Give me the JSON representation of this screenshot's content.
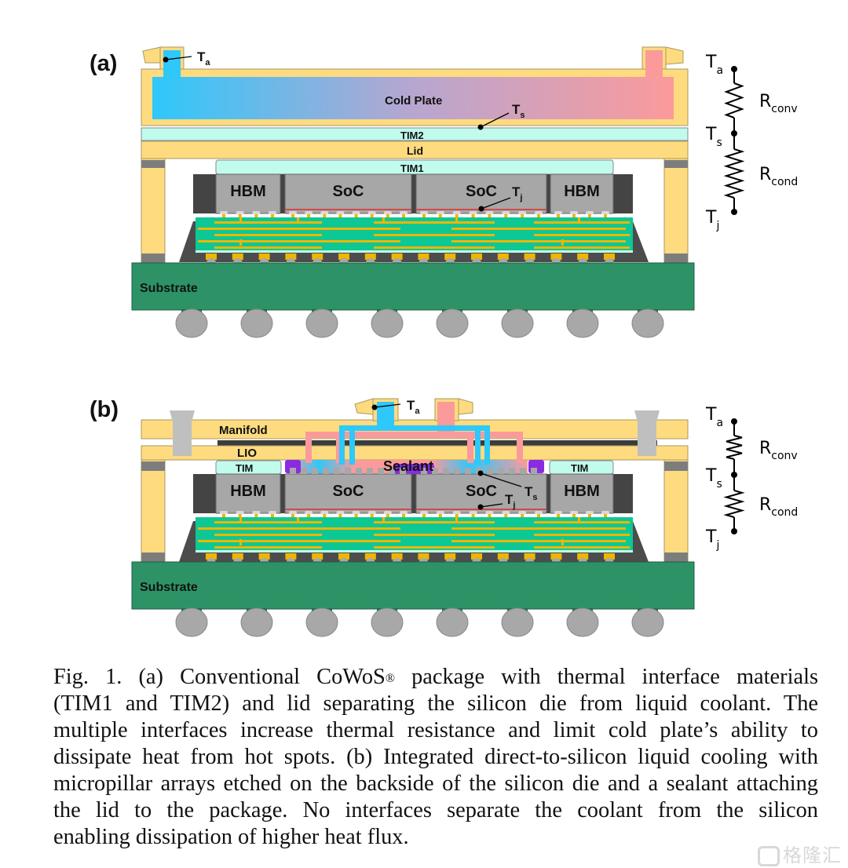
{
  "figure": {
    "panel_a": {
      "label": "(a)",
      "cold_plate": "Cold Plate",
      "tim2": "TIM2",
      "lid": "Lid",
      "tim1": "TIM1",
      "dies": [
        "HBM",
        "SoC",
        "SoC",
        "HBM"
      ],
      "substrate": "Substrate",
      "probe_ta": {
        "main": "T",
        "sub": "a"
      },
      "probe_ts": {
        "main": "T",
        "sub": "s"
      },
      "probe_tj": {
        "main": "T",
        "sub": "j"
      },
      "circuit": {
        "nodes": [
          {
            "main": "T",
            "sub": "a"
          },
          {
            "main": "T",
            "sub": "s"
          },
          {
            "main": "T",
            "sub": "j"
          }
        ],
        "resistors": [
          {
            "main": "R",
            "sub": "conv"
          },
          {
            "main": "R",
            "sub": "cond"
          }
        ]
      }
    },
    "panel_b": {
      "label": "(b)",
      "manifold": "Manifold",
      "lio": "LIO",
      "tim_left": "TIM",
      "tim_right": "TIM",
      "sealant": "Sealant",
      "dies": [
        "HBM",
        "SoC",
        "SoC",
        "HBM"
      ],
      "substrate": "Substrate",
      "probe_ta": {
        "main": "T",
        "sub": "a"
      },
      "probe_ts": {
        "main": "T",
        "sub": "s"
      },
      "probe_tj": {
        "main": "T",
        "sub": "j"
      },
      "circuit": {
        "nodes": [
          {
            "main": "T",
            "sub": "a"
          },
          {
            "main": "T",
            "sub": "s"
          },
          {
            "main": "T",
            "sub": "j"
          }
        ],
        "resistors": [
          {
            "main": "R",
            "sub": "conv"
          },
          {
            "main": "R",
            "sub": "cond"
          }
        ]
      }
    },
    "colors": {
      "frame": "#fedb7f",
      "cold": "#2ec8fb",
      "hot": "#fb9a9b",
      "tim": "#c0fbec",
      "die": "#a7a7a7",
      "underfill": "#4c4c4c",
      "interposer": "#0dc895",
      "trace": "#f0b500",
      "substrate": "#2d9366",
      "ball": "#a8a8a8",
      "sealant": "#8a2be2",
      "pin": "#c0c0c0"
    }
  },
  "caption": {
    "lines": [
      {
        "pre": "Fig. 1. (a) Conventional CoWoS",
        "sup": "®",
        "post": " package with thermal interface materials"
      },
      {
        "pre": "(TIM1 and TIM2) and lid separating the silicon die from liquid coolant. The"
      },
      {
        "pre": "multiple interfaces increase thermal resistance and limit cold plate’s ability to"
      },
      {
        "pre": "dissipate heat from hot spots. (b) Integrated direct-to-silicon liquid cooling with"
      },
      {
        "pre": "micropillar arrays etched on the backside of the silicon die and a sealant attaching"
      },
      {
        "pre": "the lid to the package. No interfaces separate the coolant from the silicon"
      },
      {
        "pre": "enabling dissipation of higher heat flux."
      }
    ]
  },
  "watermark": "格隆汇"
}
